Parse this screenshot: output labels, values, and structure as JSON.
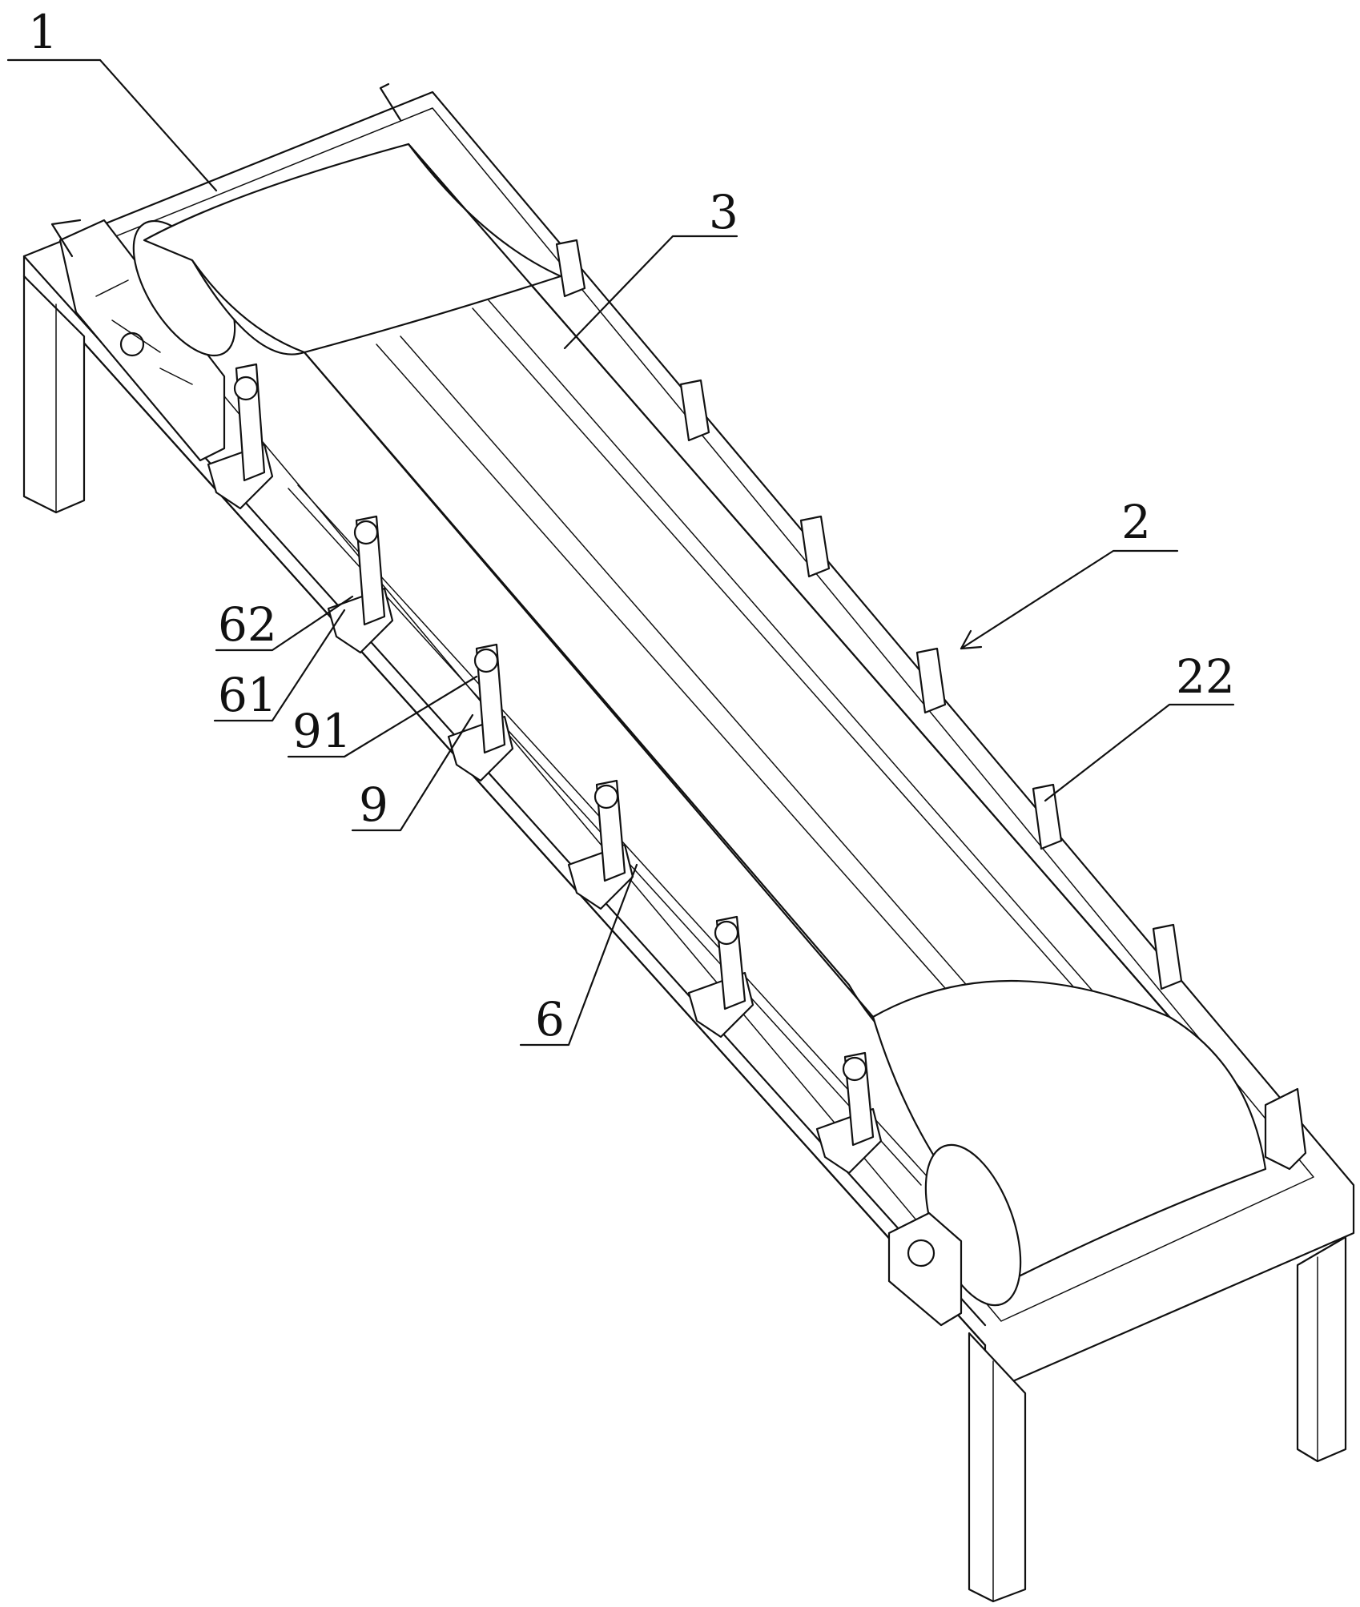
{
  "labels": {
    "label_1": "1",
    "label_2": "2",
    "label_3": "3",
    "label_22": "22",
    "label_62": "62",
    "label_61": "61",
    "label_91": "91",
    "label_9": "9",
    "label_6": "6"
  }
}
